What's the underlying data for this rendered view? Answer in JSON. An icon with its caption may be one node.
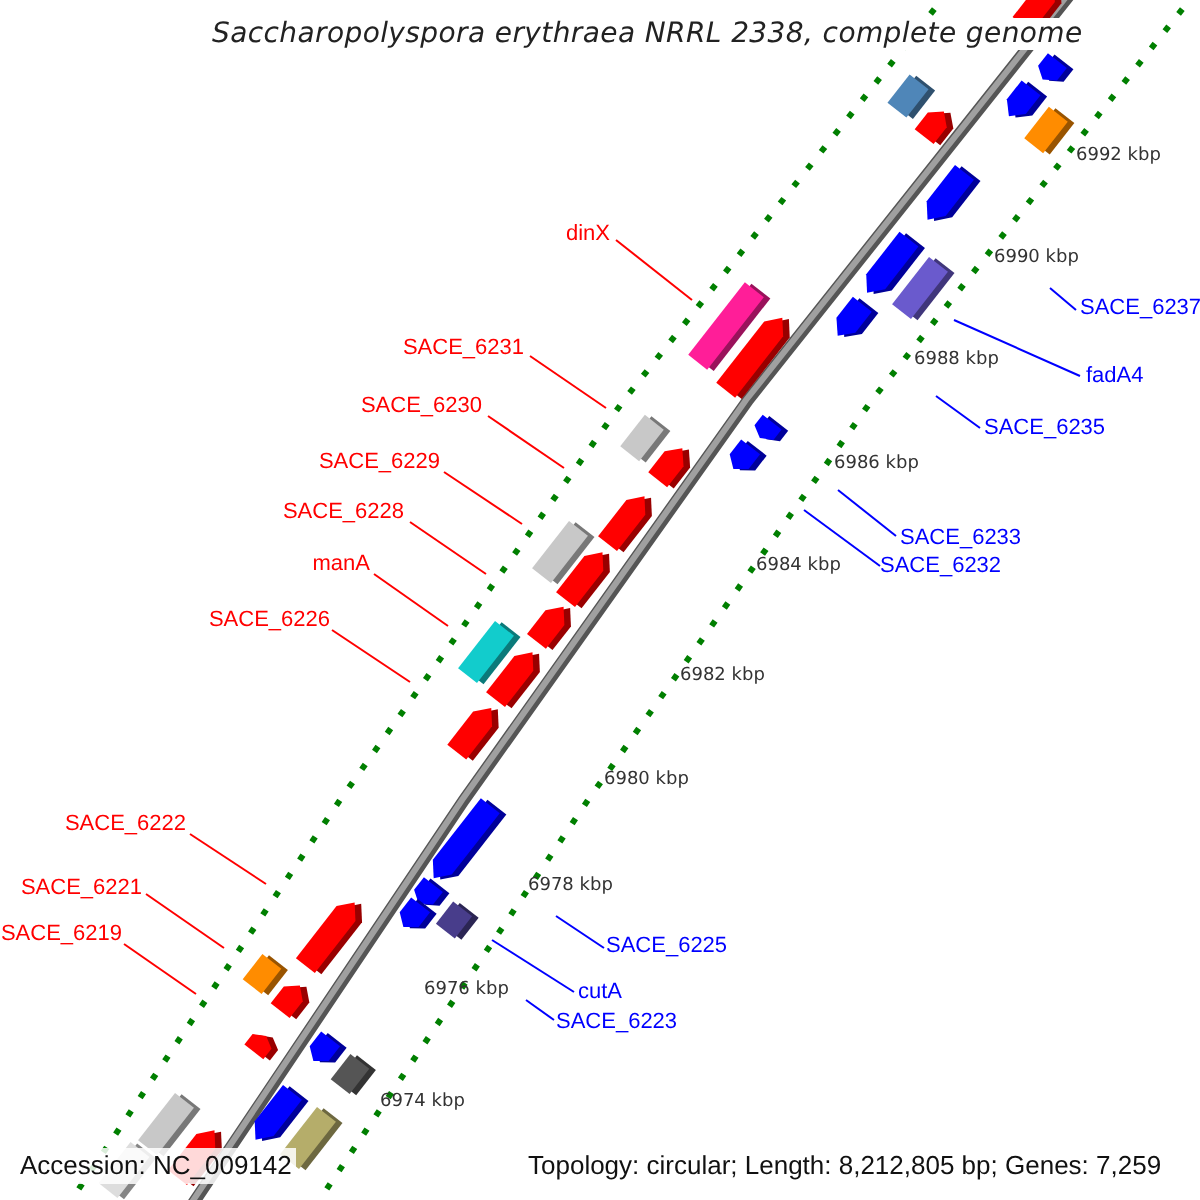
{
  "diagram": {
    "title": "Saccharopolyspora erythraea NRRL 2338, complete genome",
    "nodes": [
      {
        "text": [
          "dinX"
        ]
      },
      {
        "text": [
          "SACE_6231"
        ]
      },
      {
        "text": [
          "SACE_6230"
        ]
      },
      {
        "text": [
          "SACE_6229"
        ]
      },
      {
        "text": [
          "SACE_6228"
        ]
      },
      {
        "text": [
          "manA"
        ]
      },
      {
        "text": [
          "SACE_6226"
        ]
      },
      {
        "text": [
          "SACE_6222"
        ]
      },
      {
        "text": [
          "SACE_6221"
        ]
      },
      {
        "text": [
          "SACE_6219"
        ]
      },
      {
        "text": [
          "SACE_6237"
        ]
      },
      {
        "text": [
          "fadA4"
        ]
      },
      {
        "text": [
          "SACE_6235"
        ]
      },
      {
        "text": [
          "SACE_6233"
        ]
      },
      {
        "text": [
          "SACE_6232"
        ]
      },
      {
        "text": [
          "SACE_6225"
        ]
      },
      {
        "text": [
          "cutA"
        ]
      },
      {
        "text": [
          "SACE_6223"
        ]
      }
    ],
    "edges": [
      {
        "from": 0,
        "to": null,
        "arrow": "none"
      },
      {
        "from": 1,
        "to": null,
        "arrow": "none"
      },
      {
        "from": 2,
        "to": null,
        "arrow": "none"
      },
      {
        "from": 3,
        "to": null,
        "arrow": "none"
      },
      {
        "from": 4,
        "to": null,
        "arrow": "none"
      },
      {
        "from": 5,
        "to": null,
        "arrow": "none"
      },
      {
        "from": 6,
        "to": null,
        "arrow": "none"
      },
      {
        "from": 7,
        "to": null,
        "arrow": "none"
      },
      {
        "from": 8,
        "to": null,
        "arrow": "none"
      },
      {
        "from": 9,
        "to": null,
        "arrow": "none"
      },
      {
        "from": 10,
        "to": null,
        "arrow": "none",
        "color": "#0000ff"
      },
      {
        "from": 11,
        "to": null,
        "arrow": "none",
        "color": "#0000ff"
      },
      {
        "from": 12,
        "to": null,
        "arrow": "none",
        "color": "#0000ff"
      },
      {
        "from": 13,
        "to": null,
        "arrow": "none",
        "color": "#0000ff"
      },
      {
        "from": 14,
        "to": null,
        "arrow": "none",
        "color": "#0000ff"
      },
      {
        "from": 15,
        "to": null,
        "arrow": "none",
        "color": "#0000ff"
      },
      {
        "from": 16,
        "to": null,
        "arrow": "none",
        "color": "#0000ff"
      },
      {
        "from": 17,
        "to": null,
        "arrow": "none",
        "color": "#0000ff"
      }
    ],
    "labels": [
      "6992 kbp",
      "6990 kbp",
      "6988 kbp",
      "6986 kbp",
      "6984 kbp",
      "6982 kbp",
      "6980 kbp",
      "6978 kbp",
      "6976 kbp",
      "6974 kbp",
      "Accession: NC_009142",
      "Topology: circular; Length: 8,212,805 bp; Genes: 7,259"
    ]
  }
}
